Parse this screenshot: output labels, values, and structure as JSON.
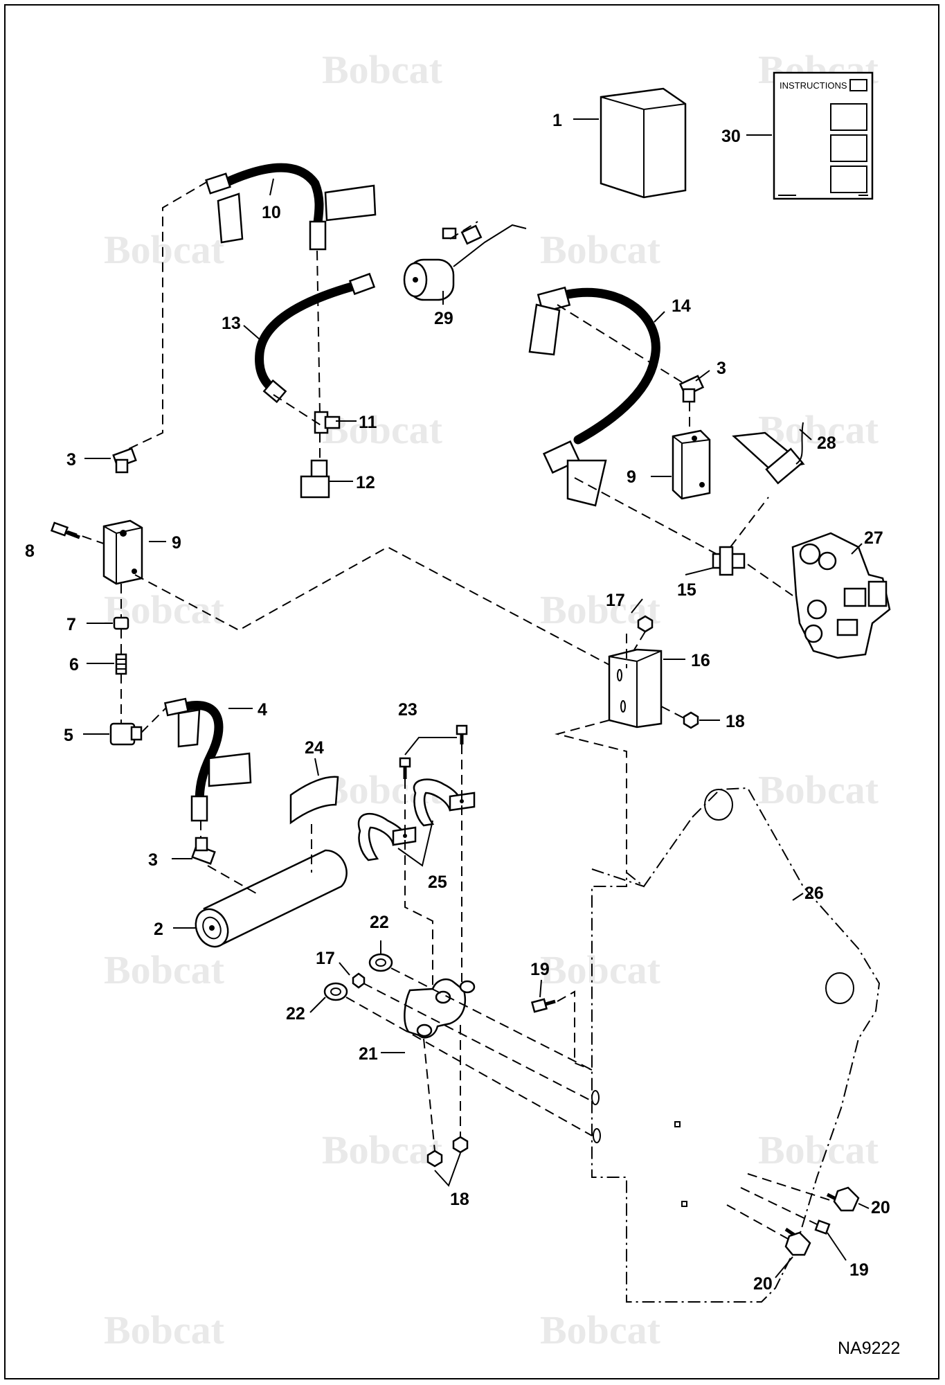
{
  "watermark": {
    "text": "Bobcat"
  },
  "drawing_code": "NA9222",
  "instructions_sheet": {
    "title": "INSTRUCTIONS"
  },
  "callouts": {
    "c1": "1",
    "c2": "2",
    "c3a": "3",
    "c3b": "3",
    "c3c": "3",
    "c4": "4",
    "c5": "5",
    "c6": "6",
    "c7": "7",
    "c8": "8",
    "c9a": "9",
    "c9b": "9",
    "c10": "10",
    "c11": "11",
    "c12": "12",
    "c13": "13",
    "c14": "14",
    "c15": "15",
    "c16": "16",
    "c17a": "17",
    "c17b": "17",
    "c18a": "18",
    "c18b": "18",
    "c19a": "19",
    "c19b": "19",
    "c20a": "20",
    "c20b": "20",
    "c21": "21",
    "c22a": "22",
    "c22b": "22",
    "c23": "23",
    "c24": "24",
    "c25": "25",
    "c26": "26",
    "c27": "27",
    "c28": "28",
    "c29": "29",
    "c30": "30"
  }
}
